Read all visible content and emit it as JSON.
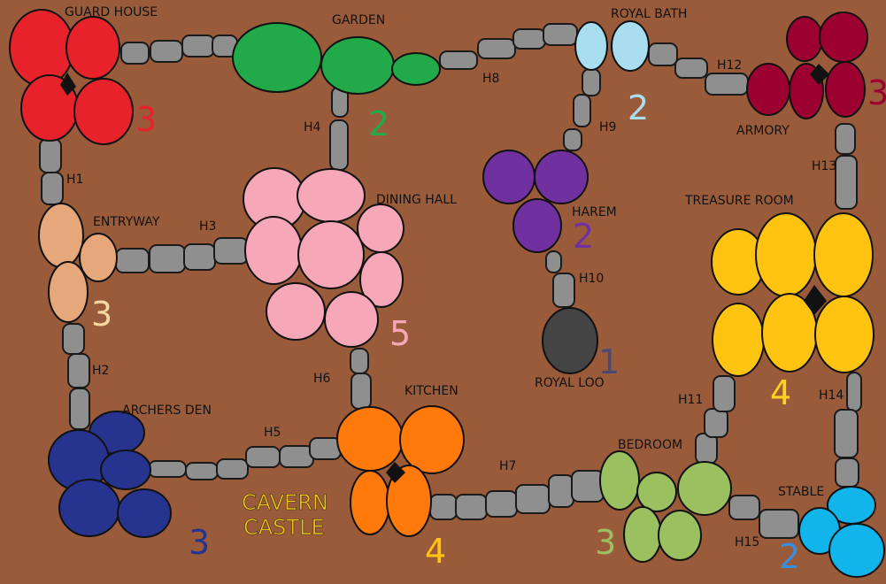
{
  "title": [
    "CAVERN",
    "CASTLE"
  ],
  "colors": {
    "background": "#9a5b3b",
    "stone": "#8f8f8f",
    "title": "#f0c419"
  },
  "rooms": {
    "guard_house": {
      "name": "GUARD HOUSE",
      "count": "3",
      "color": "#e8222b",
      "num_color": "#e8222b"
    },
    "garden": {
      "name": "GARDEN",
      "count": "2",
      "color": "#22aa4a",
      "num_color": "#22aa4a"
    },
    "royal_bath": {
      "name": "ROYAL BATH",
      "count": "2",
      "color": "#a8def0",
      "num_color": "#a8def0"
    },
    "armory": {
      "name": "ARMORY",
      "count": "3",
      "color": "#9c0030",
      "num_color": "#9c0030"
    },
    "entryway": {
      "name": "ENTRYWAY",
      "count": "3",
      "color": "#e6a77a",
      "num_color": "#f5d9a0"
    },
    "dining_hall": {
      "name": "DINING HALL",
      "count": "5",
      "color": "#f7a8b8",
      "num_color": "#f7a8b8"
    },
    "harem": {
      "name": "HAREM",
      "count": "2",
      "color": "#7030a0",
      "num_color": "#7030a0"
    },
    "treasure_room": {
      "name": "TREASURE ROOM",
      "count": "4",
      "color": "#ffc412",
      "num_color": "#ffd21f"
    },
    "royal_loo": {
      "name": "ROYAL LOO",
      "count": "1",
      "color": "#444444",
      "num_color": "#4a4a70"
    },
    "archers_den": {
      "name": "ARCHERS DEN",
      "count": "3",
      "color": "#26348f",
      "num_color": "#26348f"
    },
    "kitchen": {
      "name": "KITCHEN",
      "count": "4",
      "color": "#ff7a0a",
      "num_color": "#ffc412"
    },
    "bedroom": {
      "name": "BEDROOM",
      "count": "3",
      "color": "#9ac060",
      "num_color": "#9ac060"
    },
    "stable": {
      "name": "STABLE",
      "count": "2",
      "color": "#12b4ec",
      "num_color": "#3a8ee0"
    }
  },
  "halls": {
    "h1": "H1",
    "h2": "H2",
    "h3": "H3",
    "h4": "H4",
    "h5": "H5",
    "h6": "H6",
    "h7": "H7",
    "h8": "H8",
    "h9": "H9",
    "h10": "H10",
    "h11": "H11",
    "h12": "H12",
    "h13": "H13",
    "h14": "H14",
    "h15": "H15"
  }
}
